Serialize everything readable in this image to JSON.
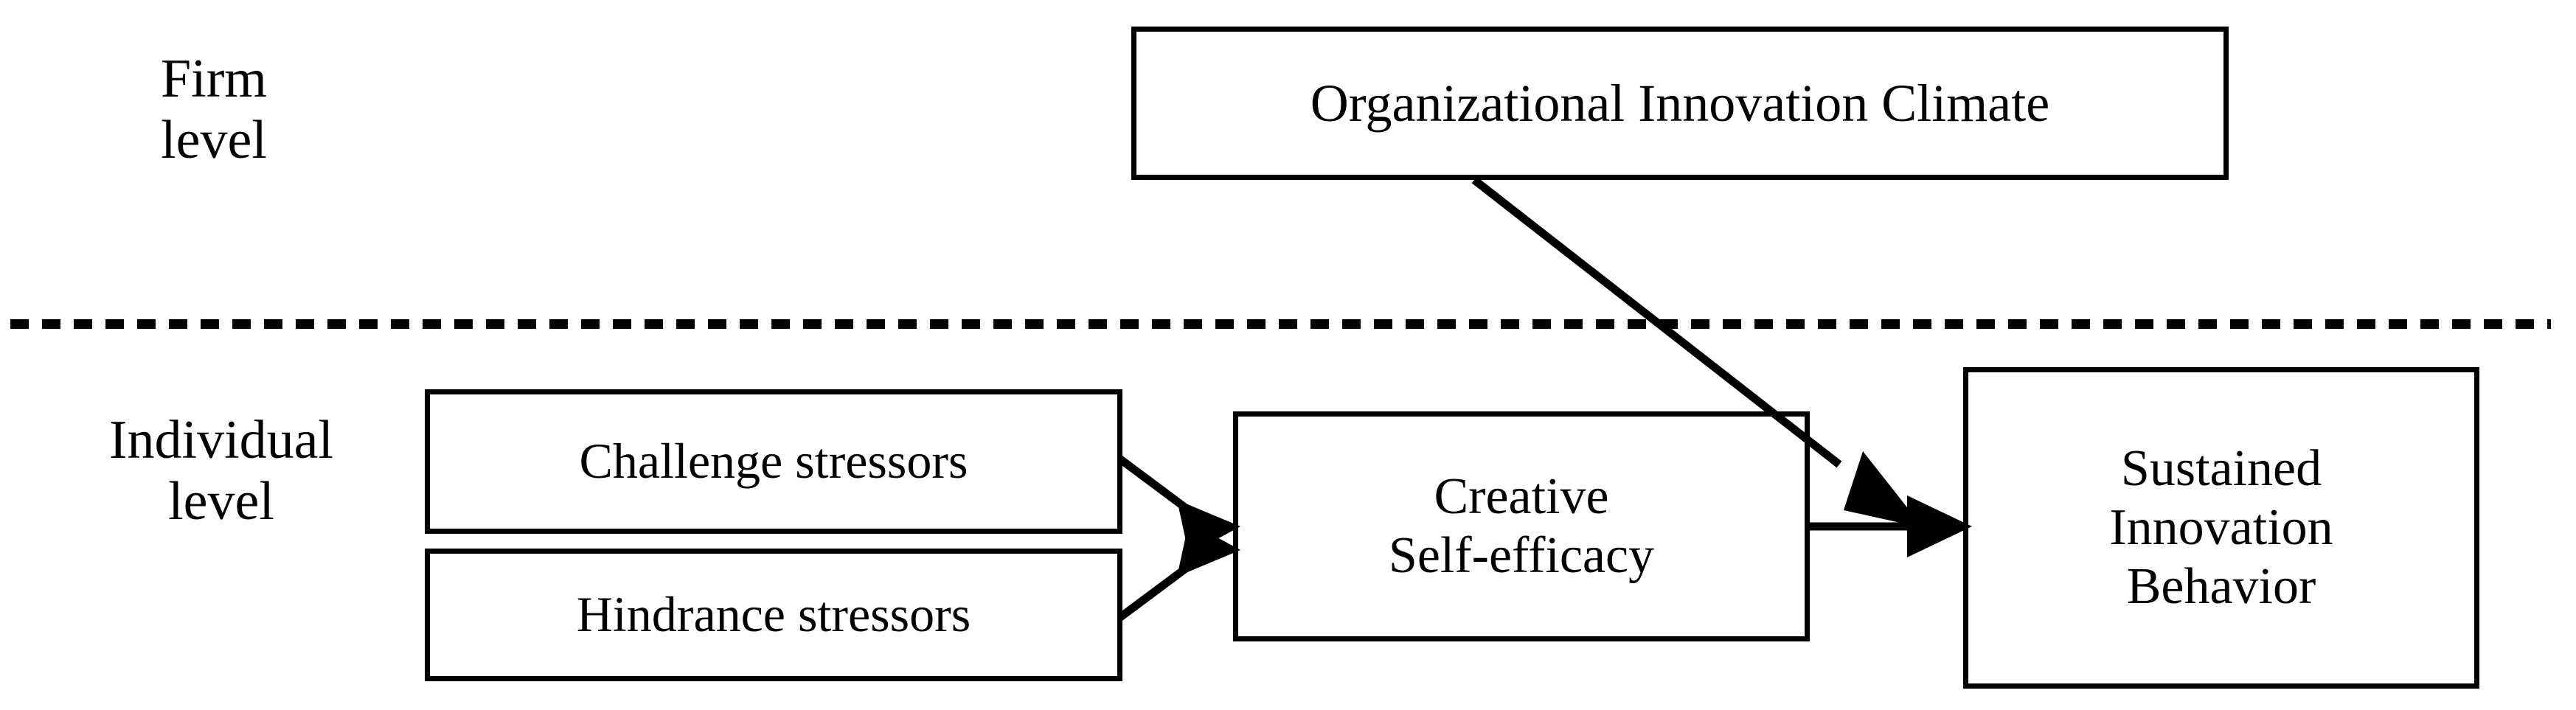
{
  "figure": {
    "type": "research-model-diagram",
    "background_color": "#ffffff",
    "line_color": "#000000",
    "levels": [
      {
        "id": "firm",
        "label": "Firm\nlevel"
      },
      {
        "id": "individual",
        "label": "Individual\nlevel"
      }
    ],
    "divider": {
      "style": "dashed",
      "color": "#000000",
      "dash_length": 25,
      "gap_length": 18,
      "thickness": 13
    },
    "nodes": [
      {
        "id": "organizational-innovation-climate",
        "label": "Organizational Innovation Climate",
        "level": "firm"
      },
      {
        "id": "challenge-stressors",
        "label": "Challenge stressors",
        "level": "individual"
      },
      {
        "id": "hindrance-stressors",
        "label": "Hindrance stressors",
        "level": "individual"
      },
      {
        "id": "creative-self-efficacy",
        "label": "Creative\nSelf-efficacy",
        "level": "individual"
      },
      {
        "id": "sustained-innovation-behavior",
        "label": "Sustained\nInnovation\nBehavior",
        "level": "individual"
      }
    ],
    "edges": [
      {
        "id": "challenge-to-cse",
        "from": "challenge-stressors",
        "to": "creative-self-efficacy",
        "arrowhead": "filled-triangle"
      },
      {
        "id": "hindrance-to-cse",
        "from": "hindrance-stressors",
        "to": "creative-self-efficacy",
        "arrowhead": "filled-triangle"
      },
      {
        "id": "cse-to-sib",
        "from": "creative-self-efficacy",
        "to": "sustained-innovation-behavior",
        "arrowhead": "filled-triangle"
      },
      {
        "id": "climate-to-sib",
        "from": "organizational-innovation-climate",
        "to": "sustained-innovation-behavior",
        "arrowhead": "filled-triangle"
      }
    ]
  }
}
